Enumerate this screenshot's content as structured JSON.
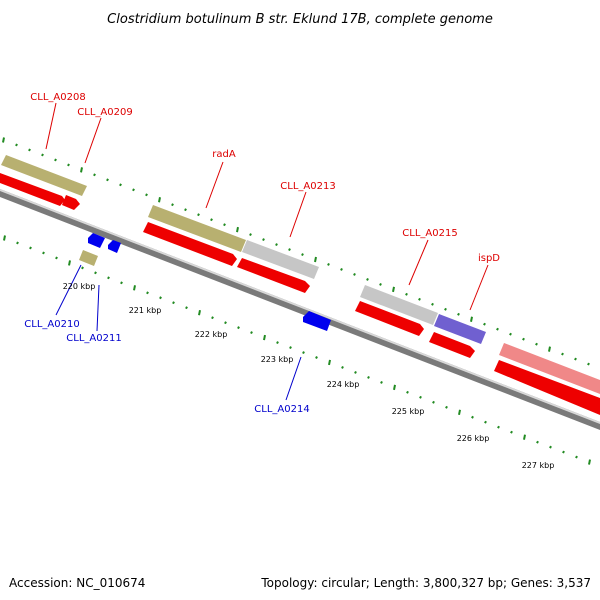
{
  "title": "Clostridium botulinum B str. Eklund 17B, complete genome",
  "footer": {
    "accession": "Accession: NC_010674",
    "summary": "Topology: circular; Length: 3,800,327 bp; Genes: 3,537"
  },
  "colors": {
    "backbone": "#7a7a7a",
    "backbone_light": "#d8d8d8",
    "cds_forward": "#ee0000",
    "cds_reverse": "#0000ee",
    "gene_olive": "#b8b070",
    "gene_gray": "#c6c6c6",
    "gene_purple": "#7060d0",
    "gene_pink": "#f08888",
    "tick": "#228b22",
    "label_forward": "#dd0000",
    "label_reverse": "#0000cc"
  },
  "scale_labels": [
    "220 kbp",
    "221 kbp",
    "222 kbp",
    "223 kbp",
    "224 kbp",
    "225 kbp",
    "226 kbp",
    "227 kbp"
  ],
  "labels_forward": [
    "CLL_A0208",
    "CLL_A0209",
    "radA",
    "CLL_A0213",
    "CLL_A0215",
    "ispD"
  ],
  "labels_reverse": [
    "CLL_A0210",
    "CLL_A0211",
    "CLL_A0214"
  ]
}
